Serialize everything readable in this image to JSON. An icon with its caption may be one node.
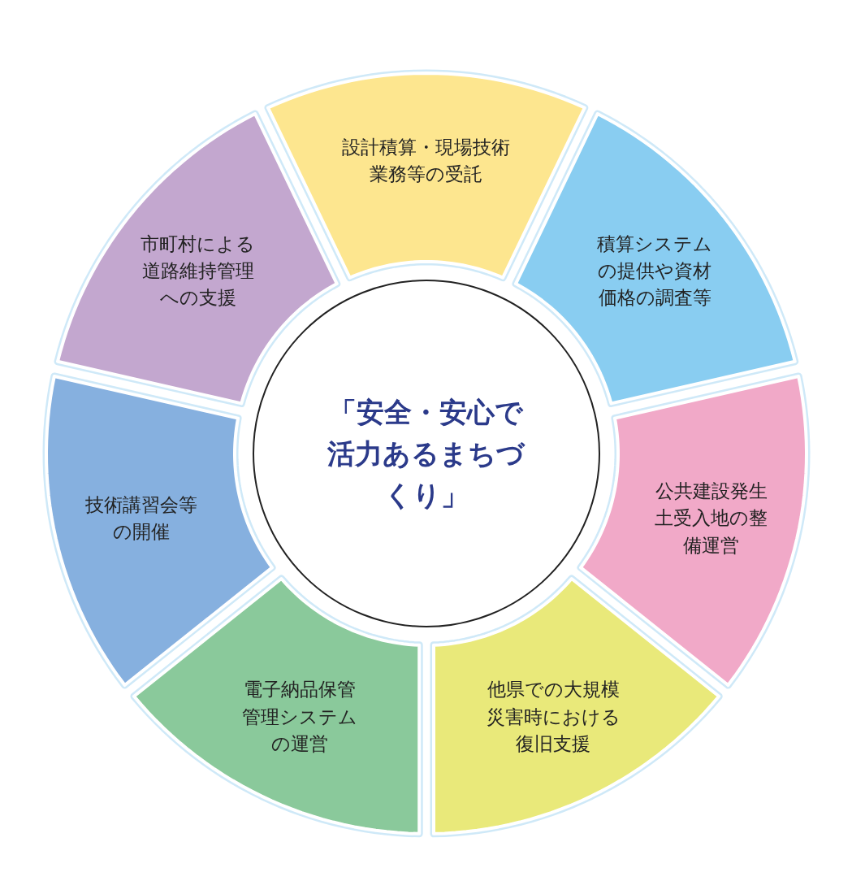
{
  "diagram": {
    "nodes": [
      {
        "text": [
          "「安全・安心で活力あるまちづくり」"
        ]
      },
      {
        "text": [
          "設計積算・現場技術業務等の受託"
        ]
      },
      {
        "text": [
          "積算システムの提供や資材価格の調査等"
        ]
      },
      {
        "text": [
          "公共建設発生土受入地の整備運営"
        ]
      },
      {
        "text": [
          "他県での大規模災害時における復旧支援"
        ]
      },
      {
        "text": [
          "電子納品保管管理システムの運営"
        ]
      },
      {
        "text": [
          "技術講習会等の開催"
        ]
      },
      {
        "text": [
          "市町村による道路維持管理への支援"
        ]
      }
    ]
  }
}
